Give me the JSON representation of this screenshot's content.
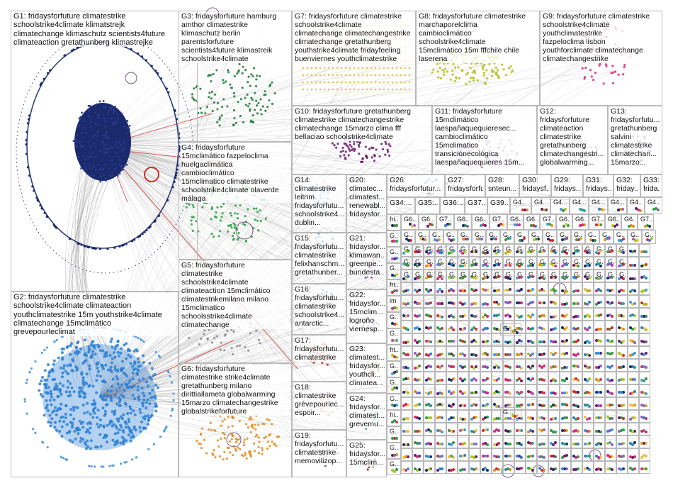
{
  "groups": [
    {
      "id": "G1",
      "label": "G1: fridaysforfuture climatestrike\nschoolstrike4climate klimatstrejk\nclimatechange klimaschutz scientists4future\nclimateaction gretathunberg klimastrejke",
      "color": "#1a2a6c"
    },
    {
      "id": "G2",
      "label": "G2: fridaysforfuture climatestrike\nschoolstrike4climate climateaction\nyouthclimatestrike 15m youthstrike4climate\nclimatechange 15mclimático\ngrevepourleclimat",
      "color": "#2a7fd4"
    },
    {
      "id": "G3",
      "label": "G3: fridaysforfuture hamburg\namthor climatestrike\nklimaschutz berlin\nparentsforfuture\nscientists4future klimastreik\nschoolstrike4climate",
      "color": "#1e7a3c"
    },
    {
      "id": "G4",
      "label": "G4: fridaysforfuture\n15mclimático fazpeloclima\nhuelgaclimática\ncambioclimático\n15mclimatico climatestrike\nschoolstrike4climate olaverde\nmálaga",
      "color": "#27a243"
    },
    {
      "id": "G5",
      "label": "G5: fridaysforfuture\nclimatestrike\nschoolstrike4climate\nclimateaction 15mclimático\nclimatestrikemilano milano\n15mclimatico\nschoolsstrike4climate\nclimatechange",
      "color": "#8a8a8a"
    },
    {
      "id": "G6",
      "label": "G6: fridaysforfuture\nclimatestrike strike4climate\ngretathunberg milano\ndirittiallameta globalwarming\n15marzo climatechangestrike\nglobalstrikeforfuture",
      "color": "#e38a1c"
    },
    {
      "id": "G7",
      "label": "G7: fridaysforfuture climatestrike\nschoolstrike4climate\nclimatechange climatechangestrike\nclimatechange gretathunberg\nyouthstrike4climate fridayfeeling\nbuenviernes youthclimatestrike",
      "color": "#e8c04a"
    },
    {
      "id": "G8",
      "label": "G8: fridaysforfuture climatestrike\nmarchaporelclima\ncambioclimático\nschoolstrike4climate\n15mclimático 15m fffchile chile\nlaserena",
      "color": "#a8c41c"
    },
    {
      "id": "G9",
      "label": "G9: fridaysforfuture climatestrike\nschoolstrike4climate\nyouthclimatestrike\nfazpeloclima lisbon\nyouthforclimate climatechange\nclimatechangestrike",
      "color": "#d42a7a"
    },
    {
      "id": "G10",
      "label": "G10: fridaysforfuture gretathunberg\nclimatestrike climatechangestrike\nclimatechange 15marzo clima fff\nbellaciao schoolstrike4climate",
      "color": "#6a1a6c"
    },
    {
      "id": "G11",
      "label": "G11: fridaysforfuture\n15mclimático\nlaespañaquequieresec...\ncambioclimático\n15mclimatico\ntransiciónecológica\nlaespañaquequieres 15m...",
      "color": "#9a5ac4"
    },
    {
      "id": "G12",
      "label": "G12:\nfridaysforfuture\nclimateaction\nclimatestrike\ngretathunberg\nclimatechangestri...\nglobalwarming...",
      "color": "#8a8a8a"
    },
    {
      "id": "G13",
      "label": "G13:\nfridaysforfutu...\ngretathunberg\nsalvini\nclimatestrike\nclimatechan...\n15marzo...",
      "color": "#4a5a7a"
    },
    {
      "id": "G14",
      "label": "G14:\nclimatestrike\nleitrim\nfridaysforfutu...\nschoolstrike4...\ndublin...",
      "color": "#3a9ad4"
    },
    {
      "id": "G15",
      "label": "G15:\nfridaysforfutu...\nclimatestrike\nfelixhanschm...\ngretathunber...",
      "color": "#2a6a9a"
    },
    {
      "id": "G16",
      "label": "G16:\nfridaysforfutu...\nclimatestrike\nschoolstrike4...\nantarctic...",
      "color": "#1a3a5a"
    },
    {
      "id": "G17",
      "label": "G17:\nfridaysforfutu...\nclimatestrike",
      "color": "#d42a2a"
    },
    {
      "id": "G18",
      "label": "G18:\nclimatestrike\ngrèvepourlec...\nespoir...",
      "color": "#d48a3a"
    },
    {
      "id": "G19",
      "label": "G19:\nfridaysforfutu...\nclimatestrike\nmemovilizop...",
      "color": "#5a5a5a"
    },
    {
      "id": "G20",
      "label": "G20:\nclimatec...\nclimatest...\nrenewabl...\nfridaysfor...",
      "color": "#4a8a4a"
    },
    {
      "id": "G21",
      "label": "G21:\nfridaysfor...\nklimawan...\ngreenpe...\nbundesta...",
      "color": "#8a4a8a"
    },
    {
      "id": "G22",
      "label": "G22:\nfridaysfor...\n15mclim...\nlogroño\nviernesp...",
      "color": "#4a4a8a"
    },
    {
      "id": "G23",
      "label": "G23:\nclimatest...\nfridaysfor...\nyouthcli...\nclimatea...",
      "color": "#8a6a2a"
    },
    {
      "id": "G24",
      "label": "G24:\nfridaysfor...\nclimatest...\ngrevemu...",
      "color": "#2a8a6a"
    },
    {
      "id": "G25",
      "label": "G25:\nfridaysfor...\n15mclim...",
      "color": "#6a2a2a"
    },
    {
      "id": "G26",
      "label": "G26:\nfridaysforfutur...",
      "color": "#3a6aaa"
    },
    {
      "id": "G27",
      "label": "G27:\nfridaysforfu...",
      "color": "#3a3a3a"
    },
    {
      "id": "G28",
      "label": "G28:\nsnteun...",
      "color": "#4a9a4a"
    },
    {
      "id": "G29",
      "label": "G29:\nfridays...",
      "color": "#3a3a3a"
    },
    {
      "id": "G30",
      "label": "G30:\nfridaysf...",
      "color": "#3a3a3a"
    },
    {
      "id": "G31",
      "label": "G31:\nfridays...",
      "color": "#3a3a3a"
    },
    {
      "id": "G32",
      "label": "G32:\nfriday...",
      "color": "#3a3a3a"
    },
    {
      "id": "G33",
      "label": "G33:\nfrida...",
      "color": "#3a3a3a"
    },
    {
      "id": "G34",
      "label": "G34:...",
      "color": "#3a3a3a"
    },
    {
      "id": "G35",
      "label": "G35:...",
      "color": "#3a3a3a"
    },
    {
      "id": "G36",
      "label": "G36:...",
      "color": "#3a3a3a"
    },
    {
      "id": "G37",
      "label": "G37...",
      "color": "#3a3a3a"
    },
    {
      "id": "G39",
      "label": "G39...",
      "color": "#3a3a3a"
    }
  ],
  "small_labels": {
    "g4x": "G4...",
    "g6x": "G6...",
    "g7x": "G7...",
    "g": "G...",
    "fri": "fri...",
    "im": "im",
    "gdots": "G..."
  },
  "palette": [
    "#1a2a6c",
    "#2a7fd4",
    "#27a243",
    "#e38a1c",
    "#a8c41c",
    "#d42a7a",
    "#9a5ac4",
    "#d42a2a",
    "#4a8a4a",
    "#e8c04a",
    "#3a9ad4",
    "#6a1a6c"
  ]
}
